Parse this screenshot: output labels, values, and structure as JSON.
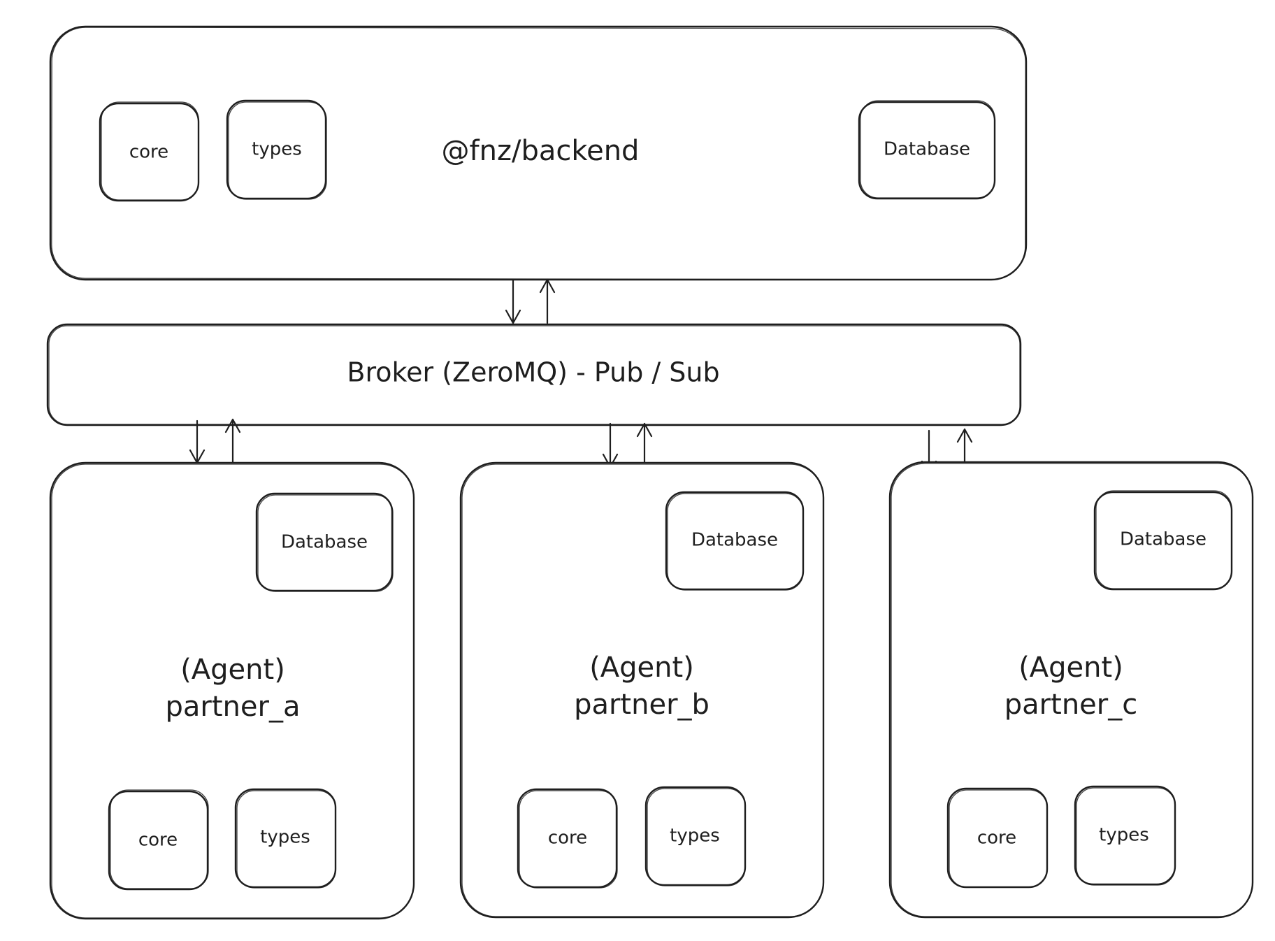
{
  "backend": {
    "title": "@fnz/backend",
    "modules": {
      "core": "core",
      "types": "types",
      "database": "Database"
    }
  },
  "broker": {
    "label": "Broker (ZeroMQ) - Pub / Sub"
  },
  "agents": [
    {
      "role": "(Agent)",
      "name": "partner_a",
      "database": "Database",
      "core": "core",
      "types": "types"
    },
    {
      "role": "(Agent)",
      "name": "partner_b",
      "database": "Database",
      "core": "core",
      "types": "types"
    },
    {
      "role": "(Agent)",
      "name": "partner_c",
      "database": "Database",
      "core": "core",
      "types": "types"
    }
  ]
}
